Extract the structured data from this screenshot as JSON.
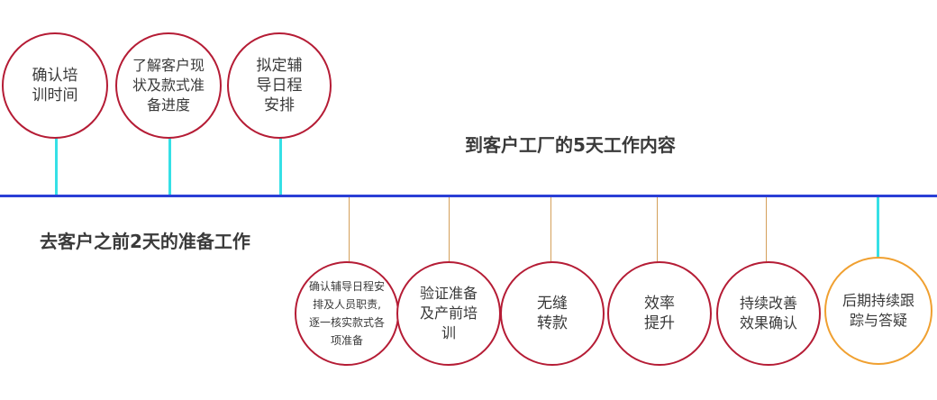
{
  "diagram": {
    "top_label": "到客户工厂的5天工作内容",
    "bottom_label": "去客户之前2天的准备工作",
    "pre_visit_steps": [
      {
        "text": "确认培\n训时间"
      },
      {
        "text": "了解客户现\n状及款式准\n备进度"
      },
      {
        "text": "拟定辅\n导日程\n安排"
      }
    ],
    "onsite_steps": [
      {
        "text": "确认辅导日程安\n排及人员职责,\n逐一核实款式各\n项准备"
      },
      {
        "text": "验证准备\n及产前培\n训"
      },
      {
        "text": "无缝\n转款"
      },
      {
        "text": "效率\n提升"
      },
      {
        "text": "持续改善\n效果确认"
      },
      {
        "text": "后期持续跟\n踪与答疑"
      }
    ],
    "colors": {
      "axis": "#2a3fd6",
      "circle_border": "#b51c35",
      "followup_border": "#f0a030",
      "stem_pre": "#35e0e6",
      "stem_onsite": "#d4a05a"
    }
  }
}
